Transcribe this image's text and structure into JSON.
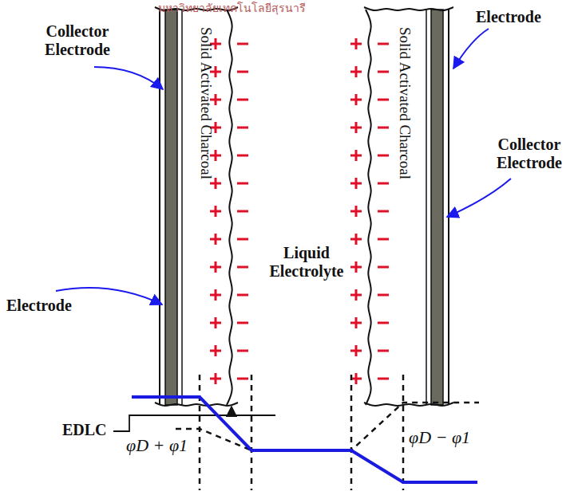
{
  "diagram": {
    "nodes": [
      {
        "text": [
          "Solid Activated Charcoal"
        ]
      },
      {
        "text": [
          "Solid Activated Charcoal"
        ]
      }
    ],
    "labels": [
      "Collector Electrode",
      "Electrode",
      "Collector Electrode",
      "Liquid Electrolyte",
      "Electrode",
      "EDLC",
      "φD + φ1",
      "φD − φ1",
      "มหาวิทยาลัยเทคโนโลยีสุรนารี"
    ]
  }
}
